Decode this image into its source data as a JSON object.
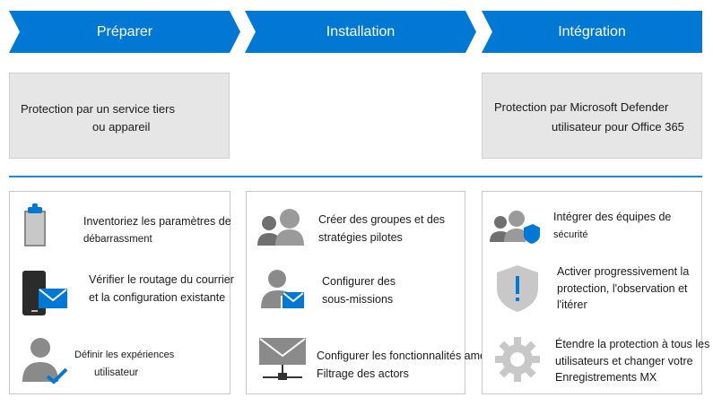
{
  "phases": [
    {
      "label": "Préparer"
    },
    {
      "label": "Installation"
    },
    {
      "label": "Intégration"
    }
  ],
  "top_boxes": {
    "left": {
      "line1": "Protection par un service tiers",
      "line2": "ou appareil"
    },
    "right": {
      "line1": "Protection par Microsoft Defender",
      "line2": "utilisateur pour Office 365"
    }
  },
  "prepare_steps": [
    {
      "line1": "Inventoriez les paramètres de",
      "line2": "débarrassment",
      "icon": "clipboard-icon"
    },
    {
      "line1": "Vérifier le routage du courrier",
      "line2": "et la configuration existante",
      "icon": "phone-mail-icon"
    },
    {
      "line1": "Définir les expériences",
      "line2": "utilisateur",
      "icon": "user-check-icon"
    }
  ],
  "install_steps": [
    {
      "line1": "Créer des groupes et des",
      "line2": "stratégies pilotes",
      "icon": "people-group-icon"
    },
    {
      "line1": "Configurer des",
      "line2": "sous-missions",
      "icon": "user-mail-icon"
    },
    {
      "line1": "Configurer les fonctionnalités améliorées",
      "line2": "Filtrage des actors",
      "icon": "mail-network-icon"
    }
  ],
  "integrate_steps": [
    {
      "line1": "Intégrer des équipes de",
      "line2": "sécurité",
      "icon": "people-shield-icon"
    },
    {
      "line1": "Activer progressivement la",
      "line2": "protection, l'observation et",
      "line3": "l'itérer",
      "icon": "shield-alert-icon"
    },
    {
      "line1": "Étendre la protection à tous les",
      "line2": "utilisateurs et changer votre",
      "line3": "Enregistrements MX",
      "icon": "gear-icon"
    }
  ],
  "colors": {
    "accent": "#0078d4",
    "icon_gray": "#707070",
    "box_gray": "#e6e6e6"
  }
}
